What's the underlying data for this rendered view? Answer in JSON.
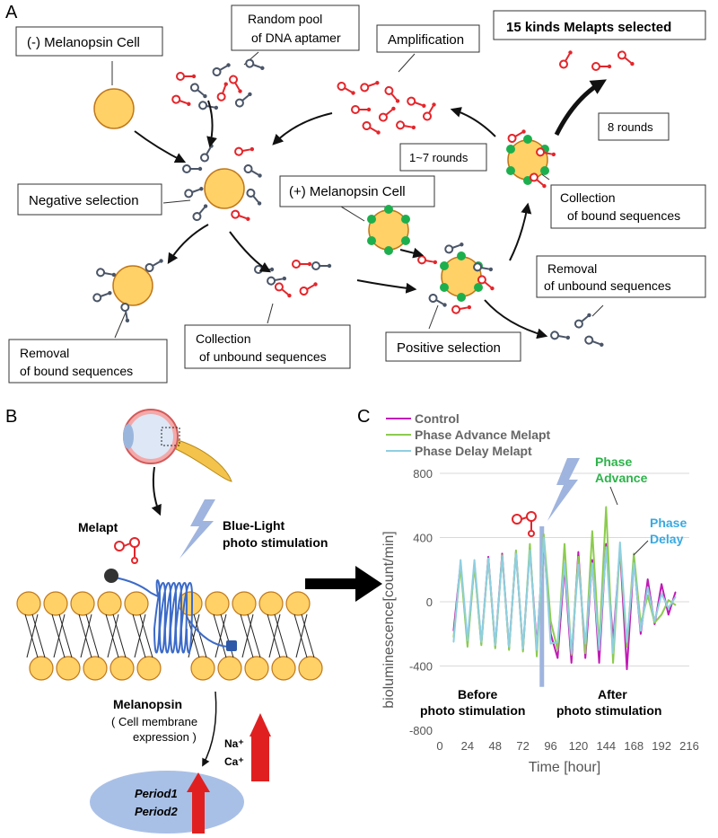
{
  "panelA": {
    "letter": "A",
    "neg_cell": "(-) Melanopsin Cell",
    "pool_line1": "Random pool",
    "pool_line2": "of DNA aptamer",
    "amplification": "Amplification",
    "selected": "15 kinds Melapts selected",
    "rounds8": "8 rounds",
    "rounds17": "1~7 rounds",
    "negative_selection": "Negative selection",
    "pos_cell": "(+) Melanopsin Cell",
    "collect_bound_1": "Collection",
    "collect_bound_2": "of bound sequences",
    "removal_unbound_1": "Removal",
    "removal_unbound_2": "of unbound sequences",
    "removal_bound_1": "Removal",
    "removal_bound_2": "of bound sequences",
    "collect_unbound_1": "Collection",
    "collect_unbound_2": "of unbound sequences",
    "positive_selection": "Positive selection"
  },
  "panelB": {
    "letter": "B",
    "melapt": "Melapt",
    "blue_light_1": "Blue-Light",
    "blue_light_2": "photo stimulation",
    "melanopsin": "Melanopsin",
    "expr_1": "( Cell membrane",
    "expr_2": "expression )",
    "na": "Na⁺",
    "ca": "Ca⁺",
    "period1": "Period1",
    "period2": "Period2"
  },
  "panelC": {
    "letter": "C",
    "phase_advance_1": "Phase",
    "phase_advance_2": "Advance",
    "phase_delay_1": "Phase",
    "phase_delay_2": "Delay",
    "before_1": "Before",
    "before_2": "photo stimulation",
    "after_1": "After",
    "after_2": "photo stimulation"
  },
  "colors": {
    "cell_fill": "#FFD166",
    "cell_stroke": "#C0781A",
    "receptor": "#1DAF4E",
    "aptamer_red": "#E3262B",
    "aptamer_gray": "#4A5567",
    "light": "#9FB4DE",
    "nucleus": "#A9C0E6",
    "control": "#C21AB5",
    "advance": "#8CCB4E",
    "delay": "#8FCFE0",
    "advance_text": "#2DB34A",
    "delay_text": "#39A9E0"
  },
  "chart_data": {
    "type": "line",
    "xlabel": "Time [hour]",
    "ylabel": "bioluminescence[count/min]",
    "xlim": [
      0,
      216
    ],
    "ylim": [
      -800,
      800
    ],
    "xticks": [
      0,
      24,
      48,
      72,
      96,
      120,
      144,
      168,
      192,
      216
    ],
    "yticks": [
      -800,
      -400,
      0,
      400,
      800
    ],
    "stimulation_time": 88,
    "grid": "horizontal",
    "legend_position": "top-left",
    "series": [
      {
        "name": "Control",
        "color": "#C21AB5",
        "x": [
          12,
          18,
          24,
          30,
          36,
          42,
          48,
          54,
          60,
          66,
          72,
          78,
          84,
          90,
          96,
          102,
          108,
          114,
          120,
          126,
          132,
          138,
          144,
          150,
          156,
          162,
          168,
          174,
          180,
          186,
          192,
          198,
          204
        ],
        "y": [
          -180,
          240,
          -260,
          240,
          -260,
          280,
          -280,
          300,
          -290,
          310,
          -300,
          330,
          -280,
          380,
          -200,
          -350,
          220,
          -380,
          310,
          -350,
          260,
          -380,
          360,
          -250,
          330,
          -420,
          260,
          -200,
          140,
          -140,
          110,
          -80,
          60
        ]
      },
      {
        "name": "Phase Advance Melapt",
        "color": "#8CCB4E",
        "x": [
          12,
          18,
          24,
          30,
          36,
          42,
          48,
          54,
          60,
          66,
          72,
          78,
          84,
          90,
          96,
          102,
          108,
          114,
          120,
          126,
          132,
          138,
          144,
          150,
          156,
          162,
          168,
          174,
          180,
          186,
          192,
          198,
          204
        ],
        "y": [
          -220,
          220,
          -280,
          230,
          -270,
          270,
          -290,
          290,
          -300,
          320,
          -310,
          360,
          -340,
          420,
          -120,
          -300,
          360,
          -330,
          280,
          -320,
          440,
          -280,
          590,
          -380,
          340,
          -280,
          300,
          -140,
          40,
          -130,
          -80,
          10,
          -20
        ]
      },
      {
        "name": "Phase Delay Melapt",
        "color": "#8FCFE0",
        "x": [
          12,
          18,
          24,
          30,
          36,
          42,
          48,
          54,
          60,
          66,
          72,
          78,
          84,
          90,
          96,
          102,
          108,
          114,
          120,
          126,
          132,
          138,
          144,
          150,
          156,
          162,
          168,
          174,
          180,
          186,
          192,
          198,
          204
        ],
        "y": [
          -250,
          260,
          -240,
          260,
          -250,
          270,
          -270,
          280,
          -280,
          300,
          -290,
          320,
          -300,
          400,
          -260,
          -250,
          240,
          -320,
          230,
          -260,
          240,
          -300,
          340,
          -320,
          370,
          -250,
          240,
          -180,
          90,
          -120,
          50,
          -40,
          30
        ]
      }
    ]
  }
}
